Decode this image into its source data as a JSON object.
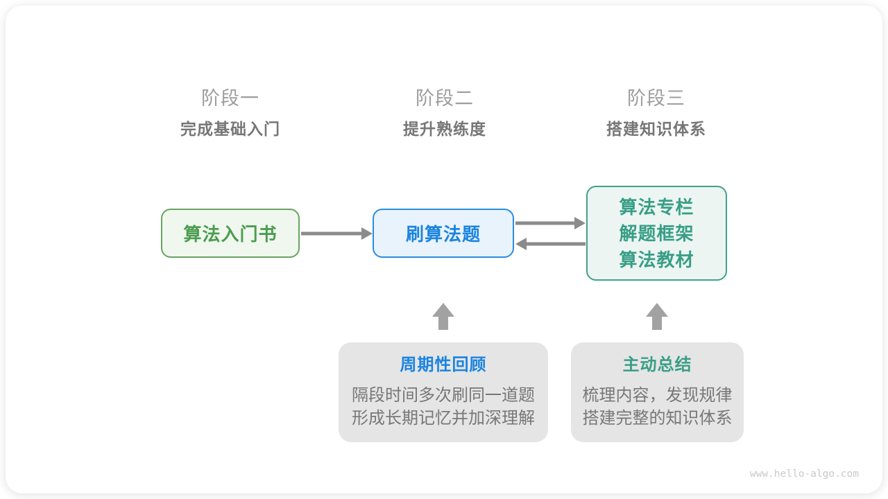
{
  "stages": [
    {
      "label": "阶段一",
      "subtitle": "完成基础入门"
    },
    {
      "label": "阶段二",
      "subtitle": "提升熟练度"
    },
    {
      "label": "阶段三",
      "subtitle": "搭建知识体系"
    }
  ],
  "flow": {
    "intro_book": "算法入门书",
    "practice": "刷算法题",
    "resources": [
      "算法专栏",
      "解题框架",
      "算法教材"
    ]
  },
  "notes": [
    {
      "title": "周期性回顾",
      "line1": "隔段时间多次刷同一道题",
      "line2": "形成长期记忆并加深理解"
    },
    {
      "title": "主动总结",
      "line1": "梳理内容，发现规律",
      "line2": "搭建完整的知识体系"
    }
  ],
  "watermark": "www.hello-algo.com",
  "colors": {
    "stage_label": "#9d9d9d",
    "stage_subtitle": "#767676",
    "green_text": "#4a9d50",
    "green_border": "#66a460",
    "green_bg": "#f0f7ee",
    "blue_text": "#1b84e0",
    "blue_border": "#2a8ce2",
    "blue_bg": "#e9f3fb",
    "teal_text": "#389e86",
    "teal_border": "#40a18a",
    "teal_bg": "#ecf5f2",
    "note_bg": "#e5e5e5",
    "note_body_text": "#777777",
    "horizontal_arrow": "#8b8b8b",
    "up_arrow": "#a2a2a2",
    "watermark_text": "#c9c9c9"
  }
}
